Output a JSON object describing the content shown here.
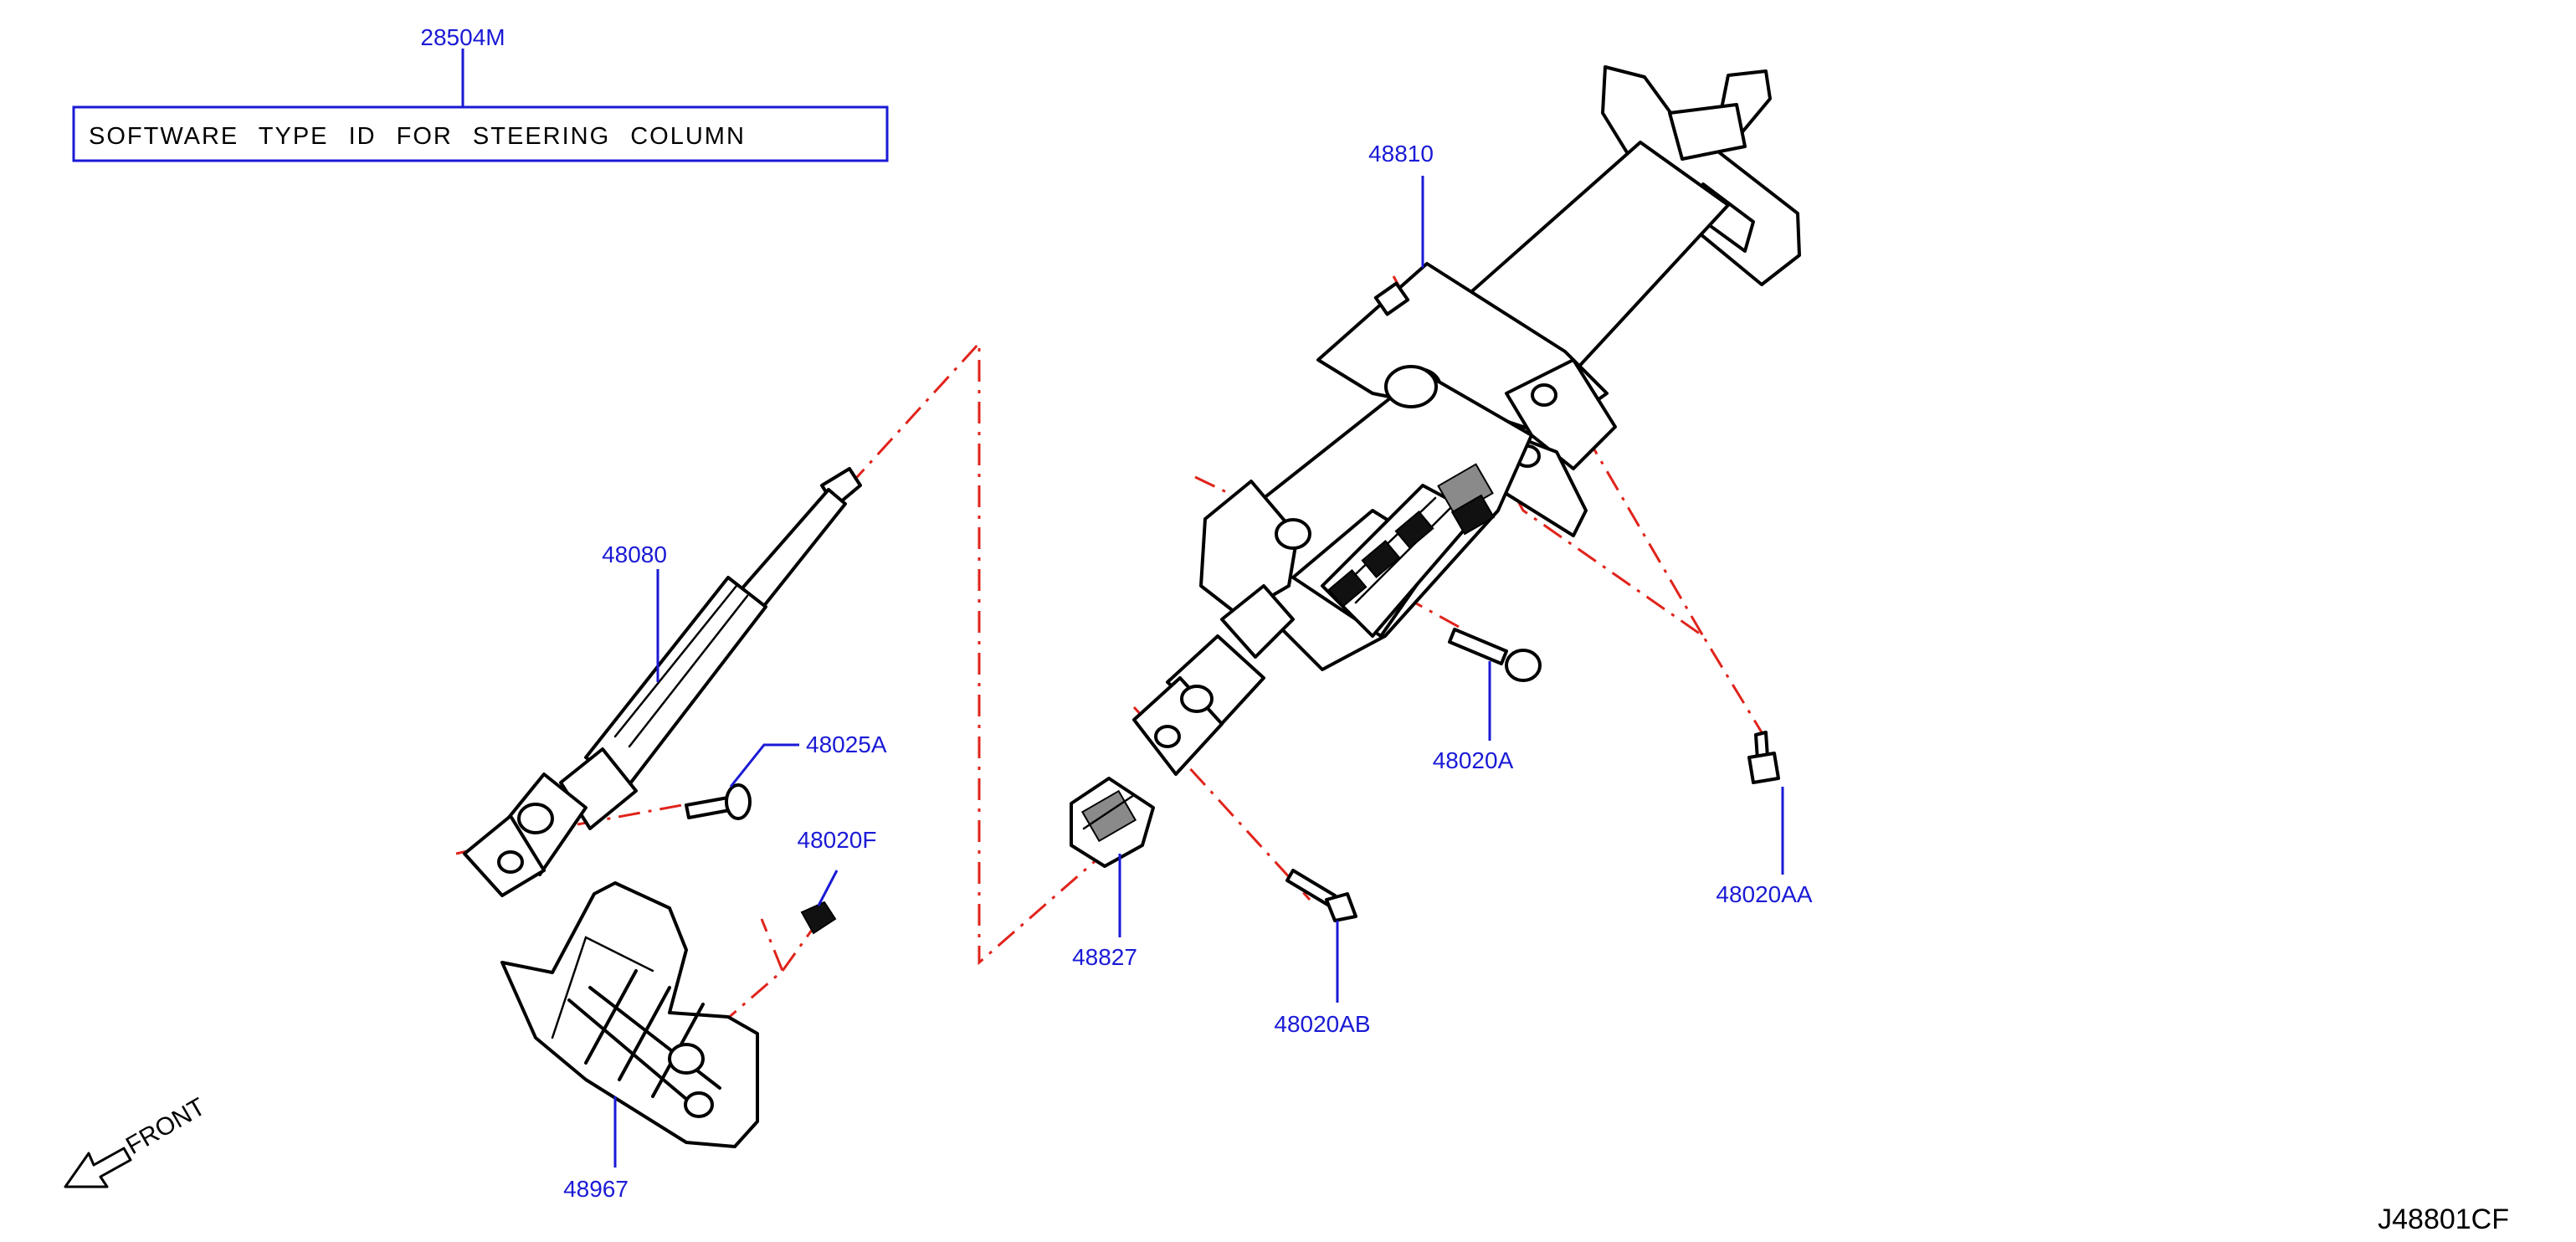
{
  "software_box": {
    "part_number": "28504M",
    "description": "SOFTWARE TYPE ID FOR STEERING COLUMN"
  },
  "callouts": {
    "column_assembly": "48810",
    "lower_shaft": "48080",
    "bolt_48025a": "48025A",
    "clip_48020f": "48020F",
    "bolt_48020a": "48020A",
    "bolt_48020aa": "48020AA",
    "bolt_48020ab": "48020AB",
    "seal_48827": "48827",
    "cover_48967": "48967"
  },
  "front_label": "FRONT",
  "diagram_id": "J48801CF",
  "colors": {
    "callout": "#1a1ad6",
    "assembly_line": "#e0231b",
    "line_art": "#000000"
  }
}
